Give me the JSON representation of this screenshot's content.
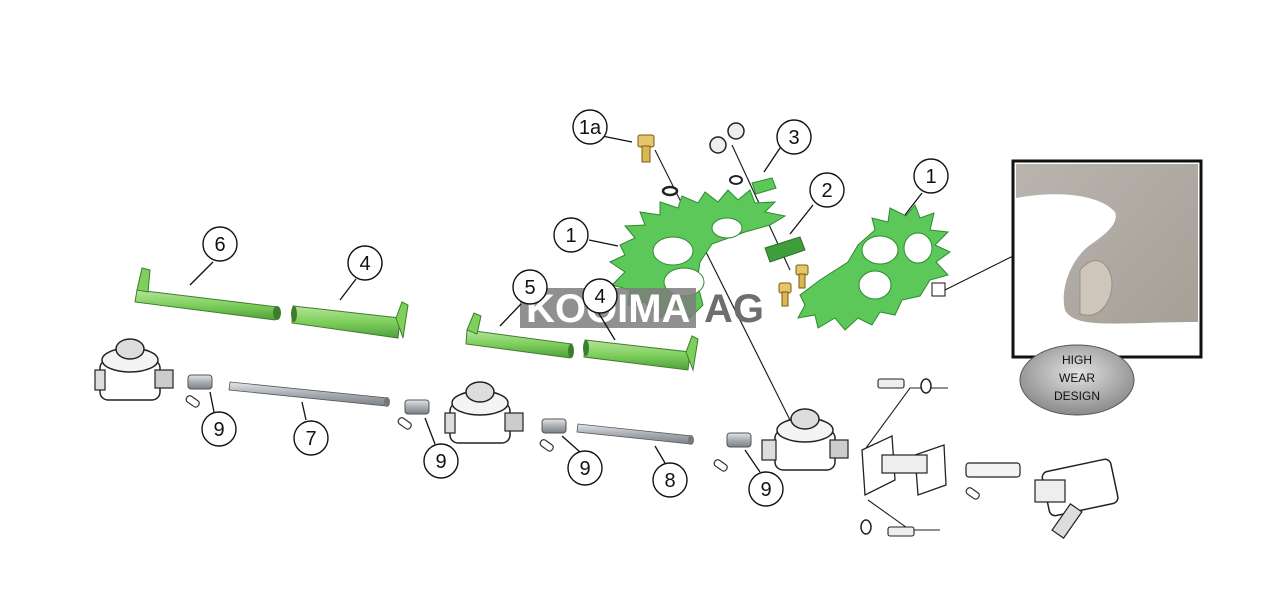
{
  "watermark": {
    "left": "KOOIMA",
    "right": "AG"
  },
  "callouts": {
    "c1a": "1a",
    "c1_left": "1",
    "c1_right": "1",
    "c2": "2",
    "c3": "3",
    "c4_left": "4",
    "c4_right": "4",
    "c5": "5",
    "c6": "6",
    "c7": "7",
    "c8": "8",
    "c9_a": "9",
    "c9_b": "9",
    "c9_c": "9",
    "c9_d": "9"
  },
  "badge": {
    "line1": "HIGH",
    "line2": "WEAR",
    "line3": "DESIGN"
  },
  "colors": {
    "green_part": "#5cc85a",
    "green_dark": "#2e8a2e",
    "shaft_gray": "#a9aeb3",
    "badge_fill": "#a7a7a7",
    "watermark_bg": "#7d7d7d"
  }
}
